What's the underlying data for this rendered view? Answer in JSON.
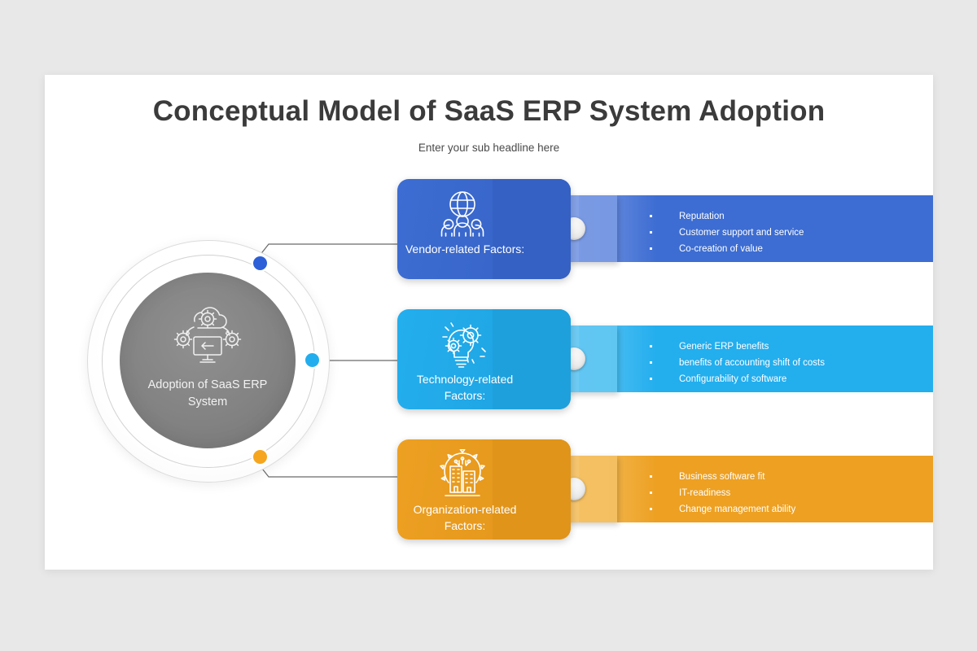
{
  "slide": {
    "title": "Conceptual Model of SaaS ERP System Adoption",
    "subtitle": "Enter your sub headline here"
  },
  "hub": {
    "label": "Adoption of SaaS ERP System",
    "icon": "cloud-gears-monitor-icon",
    "fill": "#828282"
  },
  "rows": [
    {
      "label": "Vendor-related Factors:",
      "icon": "globe-people-icon",
      "color": "#3d6dd2",
      "color_dark": "#3561c4",
      "color_light": "#7a9ae4",
      "dot_color": "#2d5fd8",
      "bullets": [
        "Reputation",
        "Customer support and service",
        "Co-creation of value"
      ]
    },
    {
      "label": "Technology-related Factors:",
      "icon": "lightbulb-gears-icon",
      "color": "#23aeee",
      "color_dark": "#1ea0dd",
      "color_light": "#62c7f3",
      "dot_color": "#22aeee",
      "bullets": [
        "Generic ERP benefits",
        "benefits of accounting shift of costs",
        "Configurability of software"
      ]
    },
    {
      "label": "Organization-related Factors:",
      "icon": "gear-buildings-icon",
      "color": "#eda022",
      "color_dark": "#e0941a",
      "color_light": "#f5c163",
      "dot_color": "#f5a61e",
      "bullets": [
        "Business software fit",
        "IT-readiness",
        "Change management ability"
      ]
    }
  ]
}
